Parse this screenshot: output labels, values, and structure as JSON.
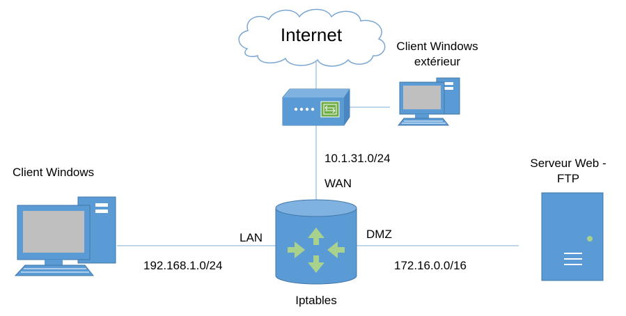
{
  "nodes": {
    "internet": {
      "label": "Internet"
    },
    "client_ext": {
      "label_line1": "Client Windows",
      "label_line2": "extérieur"
    },
    "client_win": {
      "label": "Client Windows"
    },
    "server": {
      "label_line1": "Serveur Web -",
      "label_line2": "FTP"
    },
    "firewall": {
      "label": "Iptables"
    }
  },
  "links": {
    "wan": {
      "subnet": "10.1.31.0/24",
      "label": "WAN"
    },
    "lan": {
      "subnet": "192.168.1.0/24",
      "label": "LAN"
    },
    "dmz": {
      "subnet": "172.16.0.0/16",
      "label": "DMZ"
    }
  },
  "colors": {
    "line": "#a8c8e4",
    "icon_fill": "#5b9bd5",
    "icon_stroke": "#4177a8",
    "cloud_stroke": "#7aa6d2",
    "screen": "#bfbfbf",
    "router_green": "#70ad47",
    "firewall_arrows": "#a9d18e"
  }
}
